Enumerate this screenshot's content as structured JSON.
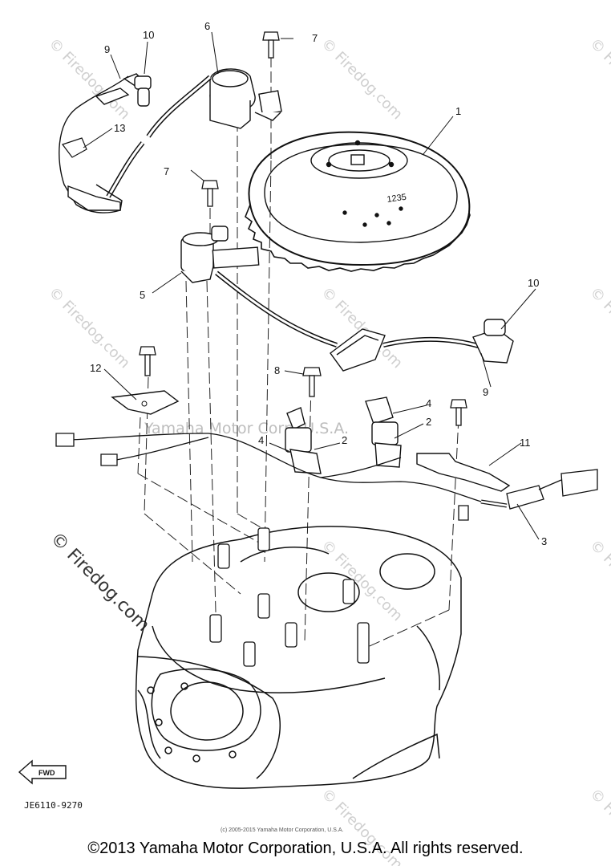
{
  "callouts": {
    "c1": "1",
    "c2a": "2",
    "c2b": "2",
    "c3": "3",
    "c4a": "4",
    "c4b": "4",
    "c5": "5",
    "c6": "6",
    "c7a": "7",
    "c7b": "7",
    "c8": "8",
    "c9a": "9",
    "c9b": "9",
    "c10a": "10",
    "c10b": "10",
    "c11": "11",
    "c12": "12",
    "c13": "13"
  },
  "flywheel_marking": "1235",
  "watermarks": {
    "text": "© Firedog.com",
    "middle": "Yamaha Motor Corp. U.S.A."
  },
  "fwd_label": "FWD",
  "diagram_code": "JE6110-9270",
  "small_copyright": "(c) 2005-2015 Yamaha Motor Corporation, U.S.A.",
  "copyright": "©2013 Yamaha Motor Corporation, U.S.A. All rights reserved."
}
